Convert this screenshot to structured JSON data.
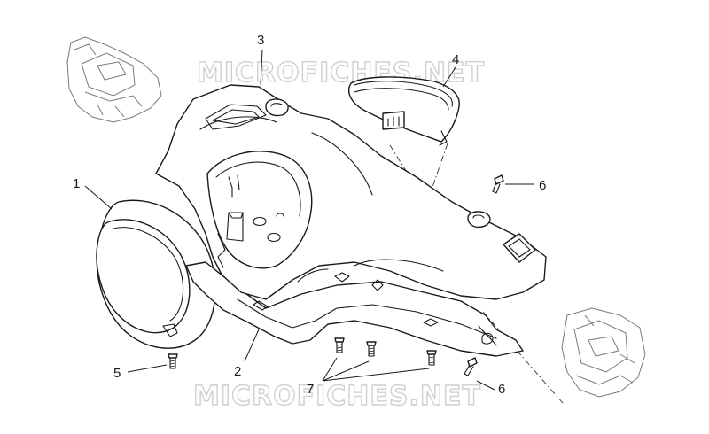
{
  "watermark": {
    "text": "MICROFICHES.NET"
  },
  "callouts": {
    "c1": "1",
    "c2": "2",
    "c3": "3",
    "c4": "4",
    "c5": "5",
    "c6a": "6",
    "c6b": "6",
    "c7": "7"
  }
}
